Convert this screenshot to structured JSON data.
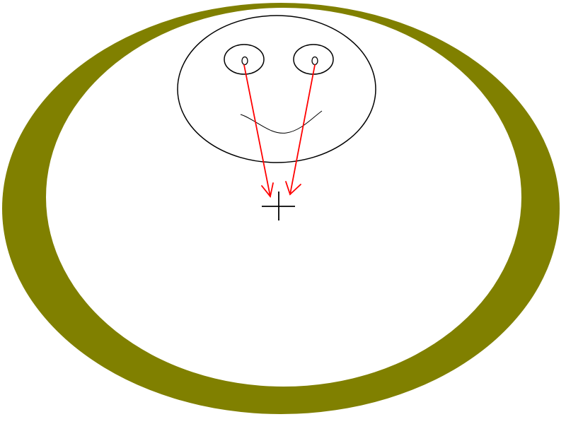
{
  "colors": {
    "background": "#ffffff",
    "ring": "#808000",
    "inner": "#ffffff",
    "face_outline": "#000000",
    "arrows": "#ff0000",
    "crosshair": "#000000"
  },
  "shapes": {
    "outer_ring": "olive-ring",
    "face": "smiley-face",
    "eyes": [
      "left-eye",
      "right-eye"
    ],
    "mouth": "smile-curve",
    "gaze_arrows": [
      "left-gaze-arrow",
      "right-gaze-arrow"
    ],
    "focus": "crosshair"
  }
}
